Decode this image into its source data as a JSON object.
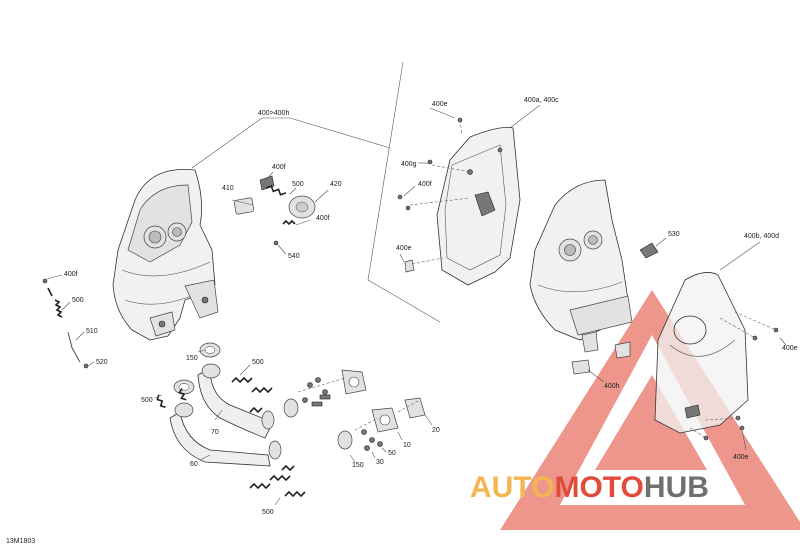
{
  "diagram": {
    "ref_code": "13M1803",
    "labels": {
      "l_400_400h": "400>400h",
      "l_400e_top": "400e",
      "l_400a_400c": "400a, 400c",
      "l_400g": "400g",
      "l_400f_mid": "400f",
      "l_400e_left": "400e",
      "l_400f_a": "400f",
      "l_410": "410",
      "l_500_top": "500",
      "l_420": "420",
      "l_400f_b": "400f",
      "l_540": "540",
      "l_530": "530",
      "l_400b_400d": "400b, 400d",
      "l_400e_right": "400e",
      "l_400h": "400h",
      "l_400e_bottom": "400e",
      "l_400f_left": "400f",
      "l_500_left": "500",
      "l_510": "510",
      "l_520": "520",
      "l_150_top": "150",
      "l_500_springs": "500",
      "l_500_mid": "500",
      "l_70": "70",
      "l_60": "60",
      "l_20": "20",
      "l_10": "10",
      "l_50": "50",
      "l_30": "30",
      "l_150_bottom": "150",
      "l_500_bottom": "500"
    }
  },
  "watermark": {
    "part1": "AUTO",
    "part2": "MOTO",
    "part3": "HUB",
    "color_auto": "#f5b553",
    "color_moto": "#e24b3b",
    "color_hub": "#6f6f6f"
  }
}
